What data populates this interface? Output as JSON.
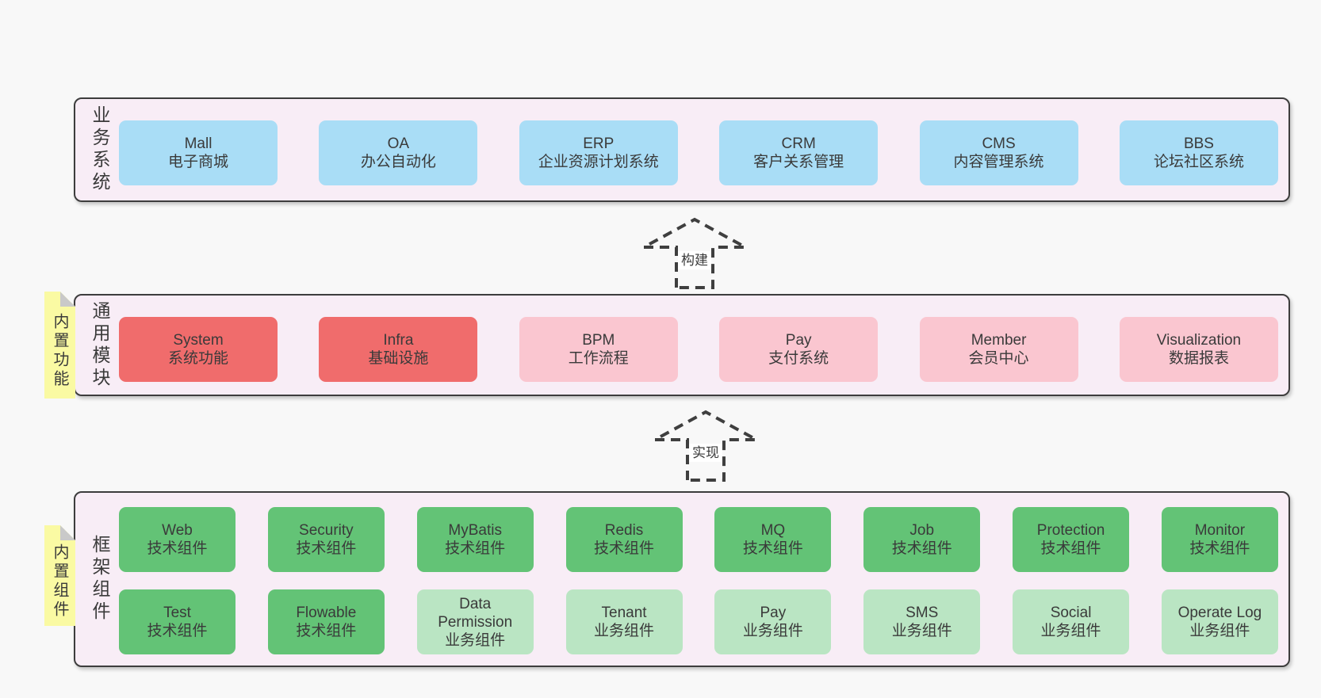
{
  "colors": {
    "page-bg": "#f8f8f8",
    "band-bg": "#f8edf6",
    "band-border": "#3d3d3d",
    "blue": "#a9ddf6",
    "red": "#f06c6c",
    "pink": "#fac6d0",
    "green": "#63c376",
    "light-green": "#bae5c3",
    "note-yellow": "#fafaa3",
    "note-fold": "#c9c9c9",
    "text": "#3a3a3a"
  },
  "layers": {
    "business": {
      "label": "业务系统",
      "boxes": [
        {
          "name": "Mall",
          "desc": "电子商城",
          "variant": "blue"
        },
        {
          "name": "OA",
          "desc": "办公自动化",
          "variant": "blue"
        },
        {
          "name": "ERP",
          "desc": "企业资源计划系统",
          "variant": "blue"
        },
        {
          "name": "CRM",
          "desc": "客户关系管理",
          "variant": "blue"
        },
        {
          "name": "CMS",
          "desc": "内容管理系统",
          "variant": "blue"
        },
        {
          "name": "BBS",
          "desc": "论坛社区系统",
          "variant": "blue"
        }
      ]
    },
    "modules": {
      "label": "通用模块",
      "note": "内置功能",
      "boxes": [
        {
          "name": "System",
          "desc": "系统功能",
          "variant": "red"
        },
        {
          "name": "Infra",
          "desc": "基础设施",
          "variant": "red"
        },
        {
          "name": "BPM",
          "desc": "工作流程",
          "variant": "pink"
        },
        {
          "name": "Pay",
          "desc": "支付系统",
          "variant": "pink"
        },
        {
          "name": "Member",
          "desc": "会员中心",
          "variant": "pink"
        },
        {
          "name": "Visualization",
          "desc": "数据报表",
          "variant": "pink"
        }
      ]
    },
    "components": {
      "label": "框架组件",
      "note": "内置组件",
      "row1": [
        {
          "name": "Web",
          "desc": "技术组件",
          "variant": "green"
        },
        {
          "name": "Security",
          "desc": "技术组件",
          "variant": "green"
        },
        {
          "name": "MyBatis",
          "desc": "技术组件",
          "variant": "green"
        },
        {
          "name": "Redis",
          "desc": "技术组件",
          "variant": "green"
        },
        {
          "name": "MQ",
          "desc": "技术组件",
          "variant": "green"
        },
        {
          "name": "Job",
          "desc": "技术组件",
          "variant": "green"
        },
        {
          "name": "Protection",
          "desc": "技术组件",
          "variant": "green"
        },
        {
          "name": "Monitor",
          "desc": "技术组件",
          "variant": "green"
        }
      ],
      "row2": [
        {
          "name": "Test",
          "desc": "技术组件",
          "variant": "green"
        },
        {
          "name": "Flowable",
          "desc": "技术组件",
          "variant": "green"
        },
        {
          "name": "Data Permission",
          "desc": "业务组件",
          "variant": "light-green"
        },
        {
          "name": "Tenant",
          "desc": "业务组件",
          "variant": "light-green"
        },
        {
          "name": "Pay",
          "desc": "业务组件",
          "variant": "light-green"
        },
        {
          "name": "SMS",
          "desc": "业务组件",
          "variant": "light-green"
        },
        {
          "name": "Social",
          "desc": "业务组件",
          "variant": "light-green"
        },
        {
          "name": "Operate Log",
          "desc": "业务组件",
          "variant": "light-green"
        }
      ]
    }
  },
  "arrows": {
    "build": "构建",
    "implement": "实现"
  }
}
